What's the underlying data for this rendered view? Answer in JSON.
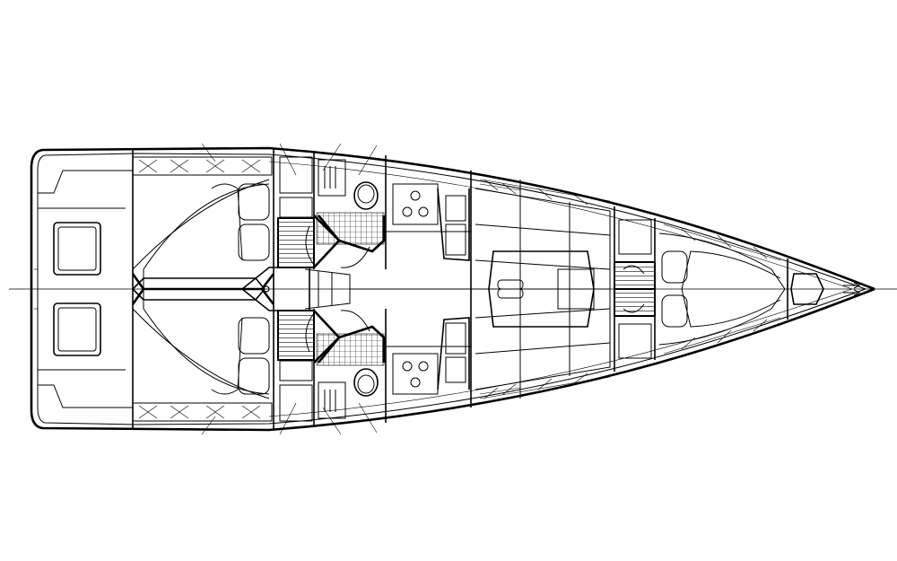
{
  "drawing": {
    "line_color": "#000000",
    "background": "#ffffff",
    "parts": [
      "hull-outline",
      "centerline",
      "bulkheads",
      "aft-cabins",
      "heads",
      "galley",
      "saloon",
      "forward-cabin",
      "bow"
    ]
  }
}
